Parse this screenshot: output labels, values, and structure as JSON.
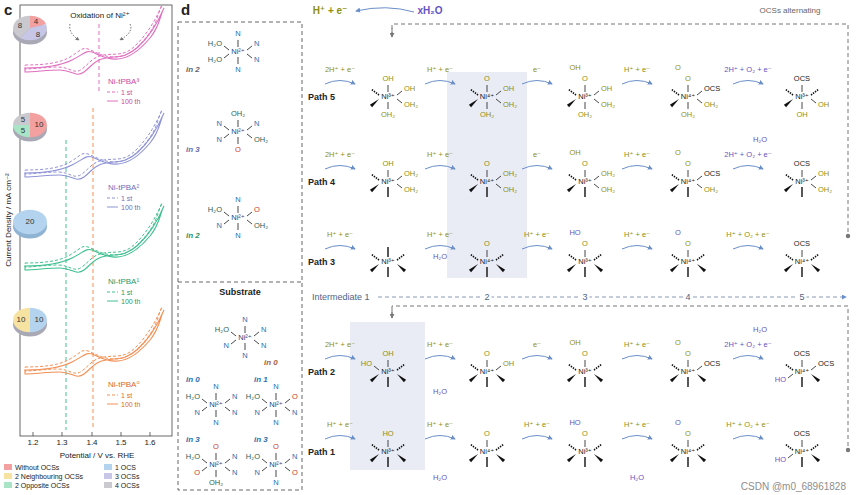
{
  "diagram": {
    "labels": [
      "c",
      "Oxidation of Ni²⁺",
      "8",
      "4",
      "8",
      "5",
      "10",
      "5",
      "20",
      "10",
      "10",
      "Ni-tPBA³",
      "1 st",
      "100 th",
      "Ni-tPBA²",
      "1 st",
      "100 th",
      "Ni-tPBA¹",
      "1 st",
      "100 th",
      "Ni-tPBA⁰",
      "1 st",
      "100 th",
      "Current Density / mA cm⁻²",
      "1.2",
      "1.3",
      "1.4",
      "1.5",
      "1.6",
      "Potential / V vs. RHE",
      "d",
      "H⁺ + e⁻",
      "xH₂O",
      "OCSs alternating",
      "in 2",
      "Ni²⁺",
      "H₂O",
      "N",
      "N",
      "H₂O",
      "N",
      "N",
      "in 3",
      "Ni²⁺",
      "N",
      "OH₂",
      "N",
      "N",
      "OH₂",
      "O",
      "in 2",
      "Ni²⁺",
      "H₂O",
      "N",
      "O",
      "N",
      "OH₂",
      "N",
      "Substrate",
      "Ni²⁺",
      "H₂O",
      "N",
      "N",
      "N",
      "N",
      "N",
      "in 0",
      "in 0",
      "Ni²⁺",
      "H₂O",
      "N",
      "N",
      "N",
      "N",
      "N",
      "in 1",
      "Ni²⁺",
      "H₂O",
      "N",
      "O",
      "N",
      "N",
      "N",
      "in 3",
      "Ni²⁺",
      "H₂O",
      "O",
      "N",
      "O",
      "N",
      "OH₂",
      "in 3",
      "Ni²⁺",
      "H₂O",
      "O",
      "N",
      "N",
      "O",
      "N",
      "Path 5",
      "2H⁺ + e⁻",
      "Ni³⁺",
      "OH",
      "OH",
      "OH₂",
      "OH₂",
      "H⁺ + e⁻",
      "Ni⁴⁺",
      "O",
      "OH",
      "OH₂",
      "OH₂",
      "e⁻",
      "Ni³⁺",
      "OH",
      "O",
      "OH",
      "OH₂",
      "OH₂",
      "H⁺ + e⁻",
      "Ni⁴⁺",
      "O",
      "O",
      "OCS",
      "OH₂",
      "OH₂",
      "2H⁺ + O₂ + e⁻",
      "Ni³⁺",
      "OCS",
      "OH",
      "OH",
      "Path 4",
      "2H⁺ + e⁻",
      "Ni³⁺",
      "OH",
      "OH₂",
      "OH₂",
      "H⁺ + e⁻",
      "Ni⁴⁺",
      "O",
      "OH₂",
      "OH₂",
      "e⁻",
      "Ni³⁺",
      "OH",
      "O",
      "OH₂",
      "OH₂",
      "H⁺ + e⁻",
      "Ni⁴⁺",
      "O",
      "O",
      "OCS",
      "OH₂",
      "2H⁺ + O₂ + e⁻",
      "H₂O",
      "Ni³⁺",
      "OCS",
      "OH",
      "OH₂",
      "Path 3",
      "H⁺ + e⁻",
      "Ni³⁺",
      "H⁺ + e⁻",
      "H₂O",
      "Ni⁴⁺",
      "O",
      "H⁺ + e⁻",
      "Ni³⁺",
      "HO",
      "O",
      "H⁺ + e⁻",
      "Ni⁴⁺",
      "O",
      "O",
      "H⁺ + O₂ + e⁻",
      "Ni⁴⁺",
      "OCS",
      "Intermediate 1",
      "2",
      "3",
      "4",
      "5",
      "Path 2",
      "2H⁺ + e⁻",
      "Ni³⁺",
      "HO",
      "OH",
      "H⁺ + e⁻",
      "H₂O",
      "Ni⁴⁺",
      "O",
      "OH",
      "e⁻",
      "Ni³⁺",
      "OH",
      "O",
      "H⁺ + e⁻",
      "Ni⁴⁺",
      "O",
      "O",
      "OCS",
      "2H⁺ + O₂ + e⁻",
      "H₂O",
      "Ni⁴⁺",
      "OCS",
      "OCS",
      "HO",
      "Path 1",
      "H⁺ + e⁻",
      "Ni³⁺",
      "HO",
      "H⁺ + e⁻",
      "H₂O",
      "Ni⁴⁺",
      "O",
      "H⁺ + e⁻",
      "Ni³⁺",
      "HO",
      "O",
      "H⁺ + e⁻",
      "H₂O",
      "Ni⁴⁺",
      "O",
      "O",
      "H⁺ + O₂ + e⁻",
      "Ni⁴⁺",
      "OCS",
      "HO",
      "CSDN @m0_68961828"
    ],
    "legend": [
      {
        "text": "Without OCSs",
        "color": "#f2a0a0"
      },
      {
        "text": "2 Neighbouring OCSs",
        "color": "#f7e3a1"
      },
      {
        "text": "2 Opposite OCSs",
        "color": "#a9e4c6"
      },
      {
        "text": "1 OCS",
        "color": "#b3d3ee"
      },
      {
        "text": "3 OCSs",
        "color": "#c7c6e6"
      },
      {
        "text": "4 OCSs",
        "color": "#c9c9cf"
      }
    ]
  }
}
